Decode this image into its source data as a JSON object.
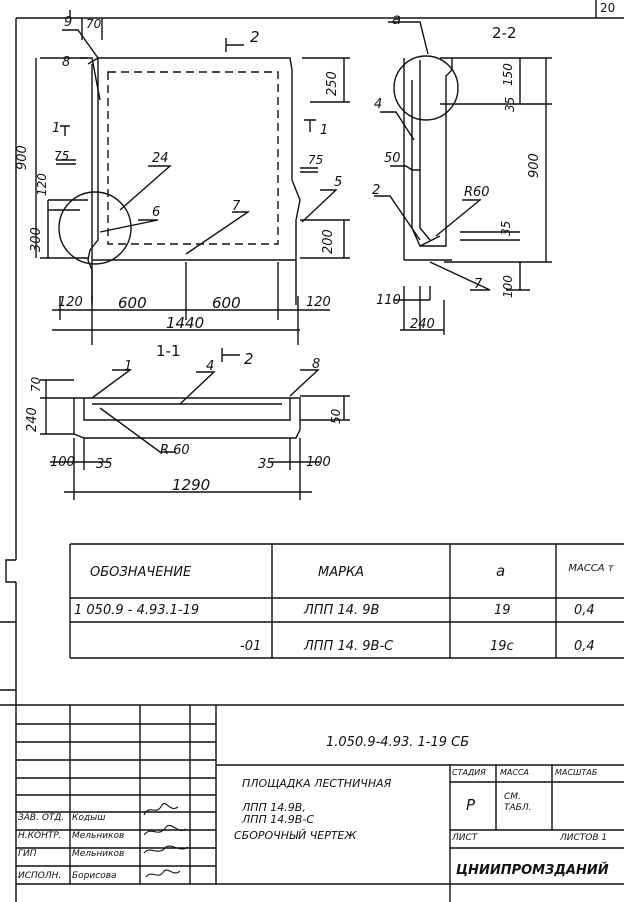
{
  "page_number": "20",
  "sections": {
    "sec22": "2-2",
    "sec11": "1-1",
    "cut_mark_top": "2",
    "cut_mark_bottom": "2",
    "cut_left": "1",
    "cut_right": "1",
    "detail_a": "a"
  },
  "callouts": {
    "c9": "9",
    "c70": "70",
    "c8": "8",
    "c24": "24",
    "c6": "6",
    "c7": "7",
    "c5": "5",
    "c75a": "75",
    "c75b": "75",
    "c4": "4",
    "c50": "50",
    "c2": "2",
    "cR60": "R60",
    "c7b": "7",
    "c1": "1",
    "c4b": "4",
    "c8b": "8",
    "cR60b": "R 60"
  },
  "dims_plan": {
    "d250": "250",
    "d900": "900",
    "d120l": "120",
    "d300": "300",
    "d200": "200",
    "d120a": "120",
    "d600a": "600",
    "d600b": "600",
    "d120b": "120",
    "d1440": "1440"
  },
  "dims_section22": {
    "d150": "150",
    "d35a": "35",
    "d900": "900",
    "d35b": "35",
    "d100": "100",
    "d110": "110",
    "d240": "240"
  },
  "dims_section11": {
    "d70": "70",
    "d240": "240",
    "d50": "50",
    "d100l": "100",
    "d35l": "35",
    "d35r": "35",
    "d100r": "100",
    "d1290": "1290"
  },
  "spec_table": {
    "headers": [
      "ОБОЗНАЧЕНИЕ",
      "МАРКА",
      "a",
      "МАССА т"
    ],
    "rows": [
      [
        "1 050.9 - 4.93.1-19",
        "ЛПП 14. 9В",
        "19",
        "0,4"
      ],
      [
        "-01",
        "ЛПП 14. 9В-С",
        "19с",
        "0,4"
      ]
    ]
  },
  "title_block": {
    "doc_code": "1.050.9-4.93. 1-19 СБ",
    "title_line1": "ПЛОЩАДКА ЛЕСТНИЧНАЯ",
    "title_line2": "ЛПП 14.9В,",
    "title_line3": "ЛПП 14.9В-С",
    "title_line4": "СБОРОЧНЫЙ ЧЕРТЕЖ",
    "stage_label": "СТАДИЯ",
    "mass_label": "МАССА",
    "scale_label": "МАСШТАБ",
    "stage_value": "Р",
    "mass_value": "СМ. ТАБЛ.",
    "sheet_label": "ЛИСТ",
    "sheets_label": "ЛИСТОВ 1",
    "org": "ЦНИИПРОМЗДАНИЙ",
    "roles": [
      "ЗАВ. ОТД.",
      "Н.КОНТР.",
      "ГИП",
      "ИСПОЛН."
    ],
    "names": [
      "Кодыш",
      "Мельников",
      "Мельников",
      "Борисова"
    ]
  }
}
